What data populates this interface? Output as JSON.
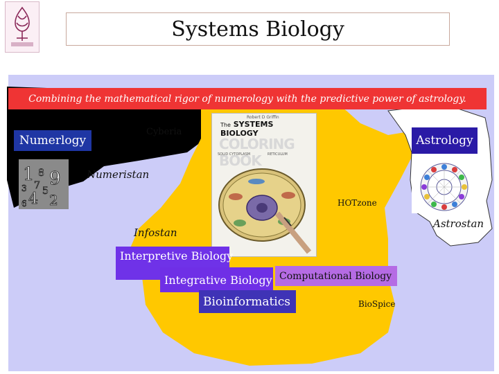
{
  "slide": {
    "title": "Systems Biology",
    "banner": "Combining the mathematical rigor of numerology with the predictive power of astrology.",
    "regions": {
      "numerlogy": "Numerlogy",
      "astrology": "Astrology",
      "cyberia": "Cyberia",
      "numeristan": "Numeristan",
      "hotzone": "HOTzone",
      "astrostan": "Astrostan",
      "infostan": "Infostan",
      "biospice": "BioSpice"
    },
    "fields": {
      "interpretive": "Interpretive Biology",
      "integrative": "Integrative Biology",
      "computational": "Computational Biology",
      "bioinformatics": "Bioinformatics"
    },
    "book": {
      "author": "Robert D Griffin",
      "the": "The",
      "title": "SYSTEMS\nBIOLOGY",
      "subtitle": "COLORING BOOK"
    }
  },
  "colors": {
    "panel": "#ccccf8",
    "banner": "#ef3434",
    "land_yellow": "#ffc800",
    "land_white": "#ffffff",
    "land_black": "#000000",
    "box_blue": "#1f36a4",
    "box_purple": "#6f32e8",
    "box_lilac": "#b56be4"
  },
  "icons": {
    "logo": "university-seal-icon",
    "numbers": "numerology-digits-icon",
    "zodiac": "zodiac-wheel-icon",
    "cell": "cell-diagram-icon"
  }
}
